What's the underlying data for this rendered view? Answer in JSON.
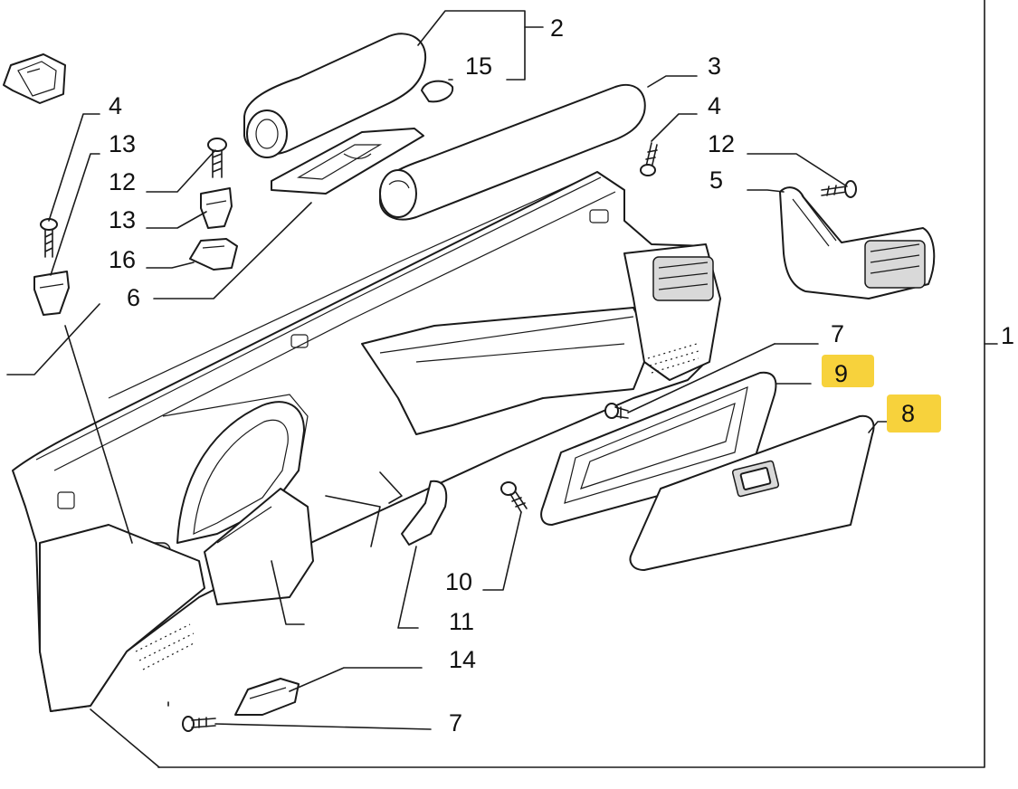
{
  "highlight_color": "#f7d23c",
  "labels": [
    {
      "id": "1",
      "text": "1"
    },
    {
      "id": "2",
      "text": "2"
    },
    {
      "id": "15",
      "text": "15"
    },
    {
      "id": "3",
      "text": "3"
    },
    {
      "id": "4a",
      "text": "4"
    },
    {
      "id": "13a",
      "text": "13"
    },
    {
      "id": "12a",
      "text": "12"
    },
    {
      "id": "13b",
      "text": "13"
    },
    {
      "id": "16",
      "text": "16"
    },
    {
      "id": "6",
      "text": "6"
    },
    {
      "id": "4b",
      "text": "4"
    },
    {
      "id": "12b",
      "text": "12"
    },
    {
      "id": "5",
      "text": "5"
    },
    {
      "id": "7a",
      "text": "7"
    },
    {
      "id": "9",
      "text": "9",
      "highlighted": true
    },
    {
      "id": "8",
      "text": "8",
      "highlighted": true
    },
    {
      "id": "10",
      "text": "10"
    },
    {
      "id": "11",
      "text": "11"
    },
    {
      "id": "14",
      "text": "14"
    },
    {
      "id": "7b",
      "text": "7"
    }
  ]
}
